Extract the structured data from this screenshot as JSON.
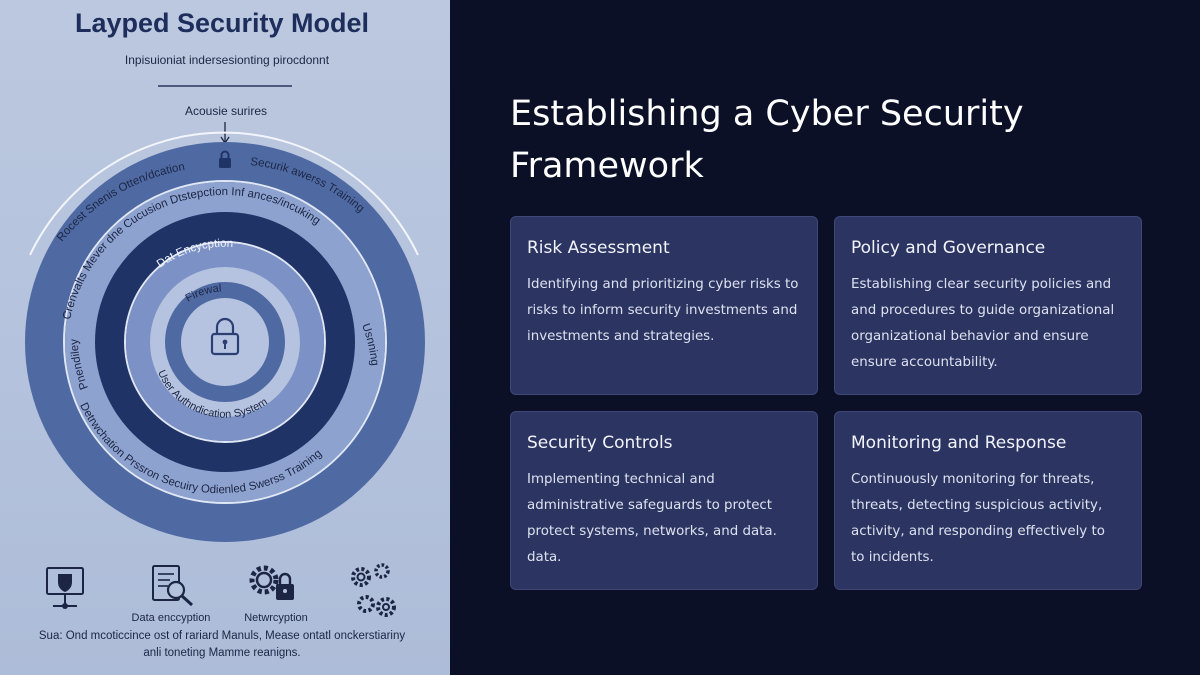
{
  "diagram": {
    "title": "Layped Security Model",
    "subtitle": "Inpisuioniat indersesionting pirocdonnt",
    "top_label": "Acousie surires",
    "outer_arc_left": "Rocest Snenis Otten/dcation",
    "outer_arc_right": "Securik awerss Training",
    "ring2_top": "Crenvalts Mever dne Cucusion Dtstepction Inf ances/incuking",
    "ring2_left": "Pnendiley",
    "ring2_right": "Usnning",
    "ring2_bottom": "Detrwchation Prssron  Secuiry Odienled Swerss Training",
    "ring3_top": "Dat Encycption",
    "ring4_top": "Firewal",
    "ring4_bottom": "User Authndication System",
    "bottom_icons": [
      {
        "icon": "shield-monitor-icon",
        "label": ""
      },
      {
        "icon": "document-search-icon",
        "label": "Data enccyption"
      },
      {
        "icon": "gear-lock-icon",
        "label": "Netwrcyption"
      },
      {
        "icon": "gears-icon",
        "label": ""
      }
    ],
    "caption_line1": "Sua: Ond mcoticcince ost of rariard Manuls, Mease ontatl onckerstiariny",
    "caption_line2": "anli toneting Mamme reanigns.",
    "colors": {
      "panel_bg": "#b4c2dd",
      "ring_mid": "#4f6aa3",
      "ring_dark": "#1f3366",
      "ring_light": "#8ea2cf",
      "ring_core": "#b5c3e0"
    }
  },
  "slide": {
    "title": "Establishing a Cyber Security Framework",
    "cards": [
      {
        "title": "Risk Assessment",
        "lines": [
          "Identifying and prioritizing cyber risks to",
          "risks to inform security investments and",
          "investments and strategies."
        ]
      },
      {
        "title": "Policy and Governance",
        "lines": [
          "Establishing clear security policies and",
          "and procedures to guide organizational",
          "organizational behavior and ensure",
          "ensure accountability."
        ]
      },
      {
        "title": "Security Controls",
        "lines": [
          "Implementing technical and",
          "administrative safeguards to protect",
          "protect systems, networks, and data.",
          "data."
        ]
      },
      {
        "title": "Monitoring and Response",
        "lines": [
          "Continuously monitoring for threats,",
          "threats, detecting suspicious activity,",
          "activity, and responding effectively to",
          "to incidents."
        ]
      }
    ],
    "colors": {
      "background": "#0b1027",
      "card": "#2c3461",
      "card_border": "#3e4778",
      "text": "#ffffff"
    }
  }
}
